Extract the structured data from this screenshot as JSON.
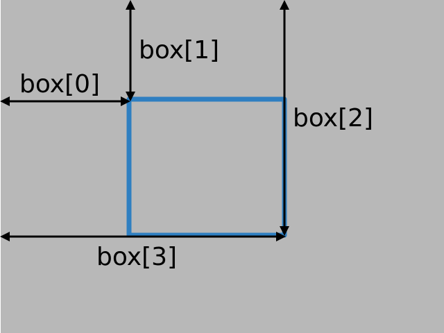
{
  "colors": {
    "background": "#b8b8b8",
    "box_outline": "#2f7fc1",
    "arrow": "#000000",
    "text": "#000000"
  },
  "labels": {
    "box0": "box[0]",
    "box1": "box[1]",
    "box2": "box[2]",
    "box3": "box[3]"
  }
}
